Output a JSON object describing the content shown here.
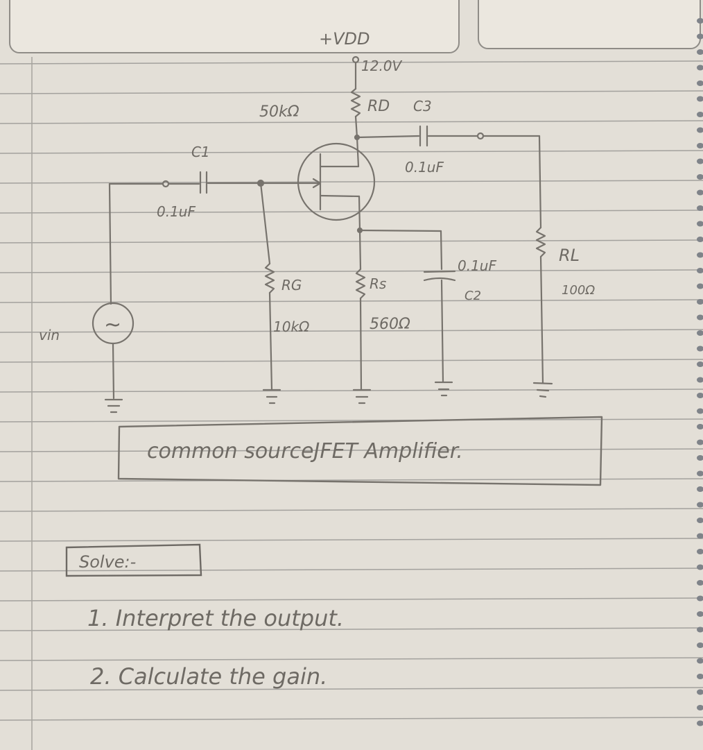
{
  "colors": {
    "paper": "#e8e4dc",
    "rule_line": "#9c9a97",
    "pencil": "#7a7670",
    "binding_dots": "#8a8c90"
  },
  "circuit": {
    "vdd_label": "+VDD",
    "vdd_value": "12.0V",
    "rd_label": "RD",
    "rd_value": "50kΩ",
    "c3_label": "C3",
    "c3_value": "0.1uF",
    "c1_label": "C1",
    "c1_value": "0.1uF",
    "rg_label": "RG",
    "rg_value": "10kΩ",
    "rs_label": "Rs",
    "rs_value": "560Ω",
    "c2_label": "C2",
    "c2_value": "0.1uF",
    "rl_label": "RL",
    "rl_value": "100Ω",
    "vin_label": "vin",
    "source_symbol": "~"
  },
  "title_box": {
    "text": "common sourceJFET Amplifier."
  },
  "questions": {
    "heading": "Solve:-",
    "items": [
      "1. Interpret the output.",
      "2. Calculate the gain."
    ]
  }
}
